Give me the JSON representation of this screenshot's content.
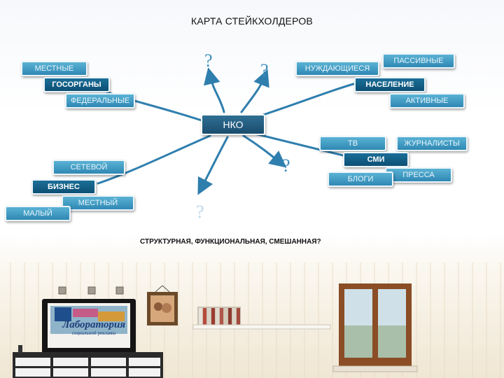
{
  "slide": {
    "title": "КАРТА СТЕЙКХОЛДЕРОВ",
    "caption": "СТРУКТУРНАЯ, ФУНКЦИОНАЛЬНАЯ, СМЕШАННАЯ?",
    "center": "НКО",
    "question_mark": "?"
  },
  "boxes": {
    "local": "МЕСТНЫЕ",
    "gov": "ГОСОРГАНЫ",
    "federal": "ФЕДЕРАЛЬНЫЕ",
    "passive": "ПАССИВНЫЕ",
    "needy": "НУЖДАЮЩИЕСЯ",
    "population": "НАСЕЛЕНИЕ",
    "active": "АКТИВНЫЕ",
    "tv": "ТВ",
    "journalists": "ЖУРНАЛИСТЫ",
    "media": "СМИ",
    "press": "ПРЕССА",
    "blogs": "БЛОГИ",
    "network": "СЕТЕВОЙ",
    "business": "БИЗНЕС",
    "local_business": "МЕСТНЫЙ",
    "small": "МАЛЫЙ"
  },
  "tv_logo": {
    "line1": "Лаборатория",
    "line2": "социальной рекламы"
  },
  "colors": {
    "box_light": "#3f9cc6",
    "box_dark": "#0f5a82",
    "connector": "#2f7fae"
  }
}
